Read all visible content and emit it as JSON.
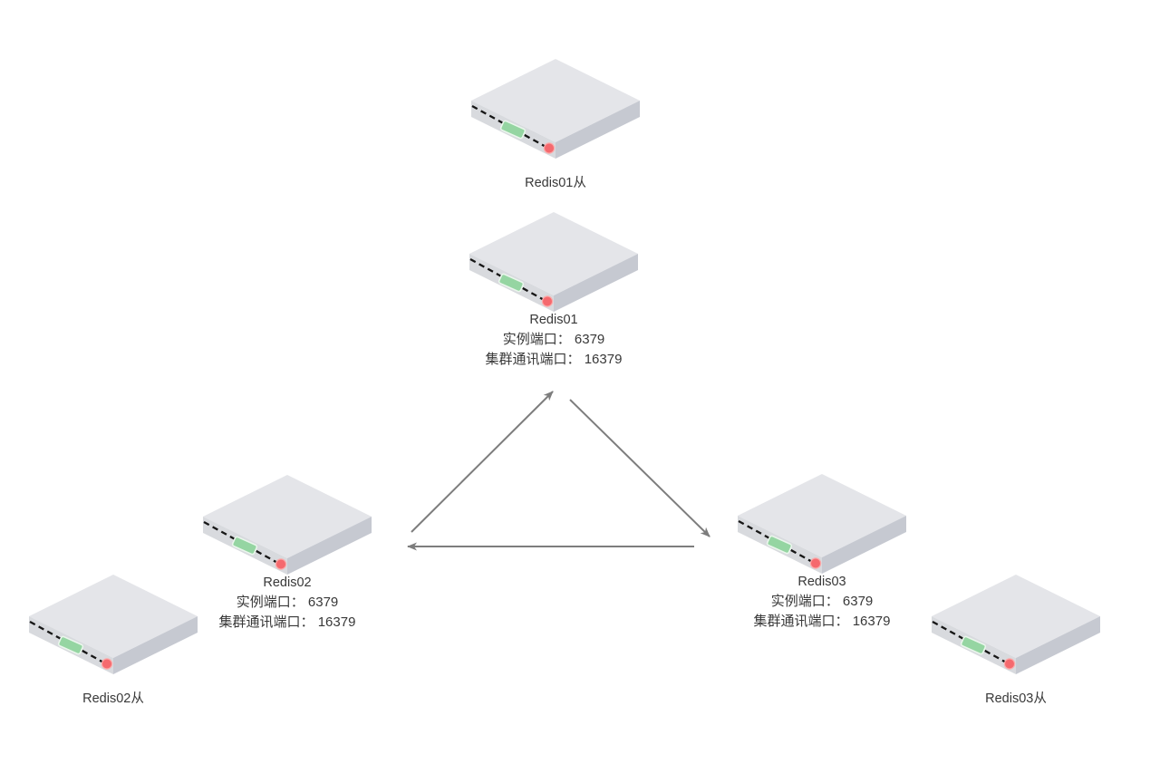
{
  "diagram": {
    "type": "topology",
    "subject": "Redis cluster master/slave topology",
    "nodes": [
      {
        "id": "redis01-slave",
        "role": "slave",
        "label": "Redis01从"
      },
      {
        "id": "redis01",
        "role": "master",
        "label": "Redis01",
        "instance_port_line": "实例端口： 6379",
        "cluster_port_line": "集群通讯端口： 16379"
      },
      {
        "id": "redis02",
        "role": "master",
        "label": "Redis02",
        "instance_port_line": "实例端口： 6379",
        "cluster_port_line": "集群通讯端口： 16379"
      },
      {
        "id": "redis03",
        "role": "master",
        "label": "Redis03",
        "instance_port_line": "实例端口： 6379",
        "cluster_port_line": "集群通讯端口： 16379"
      },
      {
        "id": "redis02-slave",
        "role": "slave",
        "label": "Redis02从"
      },
      {
        "id": "redis03-slave",
        "role": "slave",
        "label": "Redis03从"
      }
    ],
    "arrows": [
      {
        "from": "redis02",
        "to": "redis01"
      },
      {
        "from": "redis01",
        "to": "redis03"
      },
      {
        "from": "redis03",
        "to": "redis02"
      }
    ],
    "colors": {
      "background": "#ffffff",
      "text": "#383838",
      "arrow": "#7d7d7d",
      "server_top": "#e4e5e9",
      "server_front": "#d8dade",
      "server_side": "#c6c9d1",
      "led_green": "#95d5a2",
      "led_border": "#eaf6ec",
      "dot_red": "#f5696e",
      "dot_border": "#fba9a9",
      "dash": "#161616"
    }
  }
}
